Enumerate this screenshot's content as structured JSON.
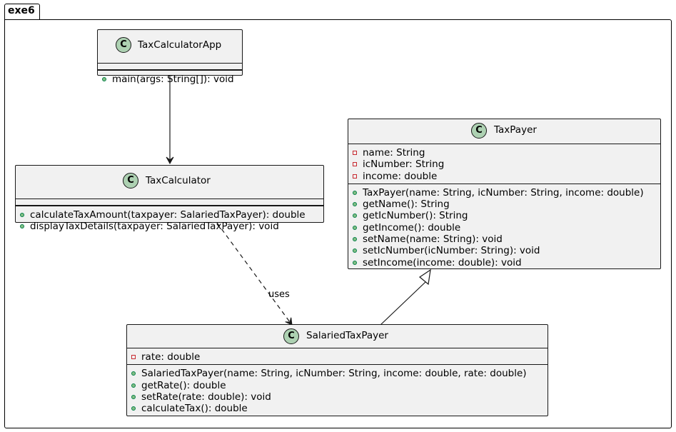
{
  "package": {
    "name": "exe6"
  },
  "colors": {
    "class_fill": "#f1f1f1",
    "class_border": "#181818",
    "badge": "#add1b2",
    "public": "#84be84",
    "private": "#c82930"
  },
  "classes": {
    "app": {
      "name": "TaxCalculatorApp",
      "methods": [
        {
          "text": "main(args: String[]): void"
        }
      ]
    },
    "calculator": {
      "name": "TaxCalculator",
      "methods": [
        {
          "text": "calculateTaxAmount(taxpayer: SalariedTaxPayer): double"
        },
        {
          "text": "displayTaxDetails(taxpayer: SalariedTaxPayer): void"
        }
      ]
    },
    "taxpayer": {
      "name": "TaxPayer",
      "fields": [
        {
          "text": "name: String"
        },
        {
          "text": "icNumber: String"
        },
        {
          "text": "income: double"
        }
      ],
      "methods": [
        {
          "text": "TaxPayer(name: String, icNumber: String, income: double)"
        },
        {
          "text": "getName(): String"
        },
        {
          "text": "getIcNumber(): String"
        },
        {
          "text": "getIncome(): double"
        },
        {
          "text": "setName(name: String): void"
        },
        {
          "text": "setIcNumber(icNumber: String): void"
        },
        {
          "text": "setIncome(income: double): void"
        }
      ]
    },
    "salaried": {
      "name": "SalariedTaxPayer",
      "fields": [
        {
          "text": "rate: double"
        }
      ],
      "methods": [
        {
          "text": "SalariedTaxPayer(name: String, icNumber: String, income: double, rate: double)"
        },
        {
          "text": "getRate(): double"
        },
        {
          "text": "setRate(rate: double): void"
        },
        {
          "text": "calculateTax(): double"
        }
      ]
    }
  },
  "relations": {
    "uses_label": "uses",
    "class_badge": "C"
  }
}
